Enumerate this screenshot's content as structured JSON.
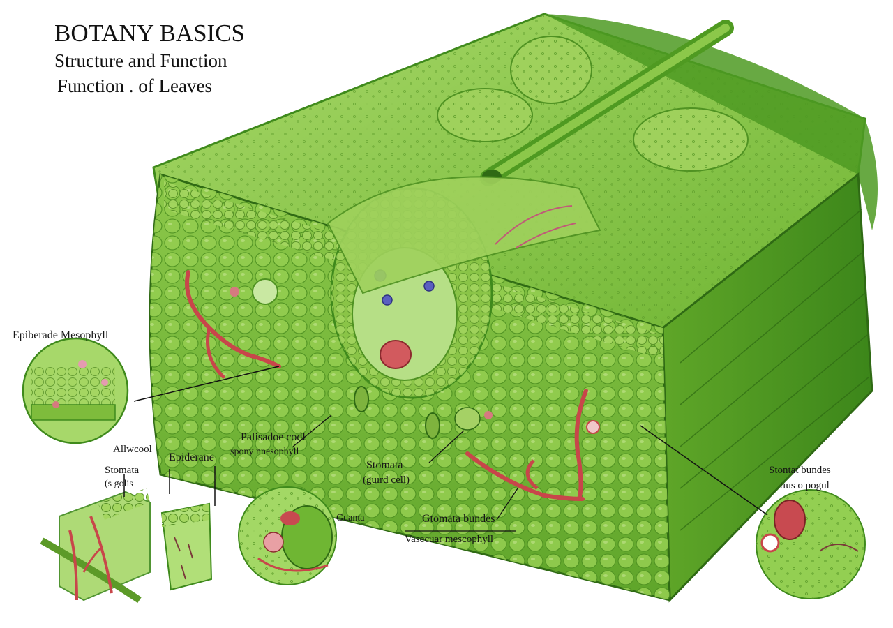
{
  "title": {
    "line1": "BOTANY BASICS",
    "line2": "Structure and Function",
    "line3": "Function . of Leaves"
  },
  "labels": {
    "epiderade_mesophyll": "Epiberade Mesophyll",
    "allwcool": "Allwcool",
    "stomata_left": "Stomata",
    "stomata_left_sub": "(s golis",
    "epiderane": "Epiderane",
    "guanta": "Guanta",
    "palisade_line1": "Palisadoe codl",
    "palisade_line2": "spony nnesophyll",
    "stomata_mid": "Stomata",
    "stomata_mid_sub": "(guırd cell)",
    "gtomata_bundes": "Gtomata bundes",
    "vascular_mesophyll": "Vasecuar mescophyll",
    "stomtat_line1": "Stontat bundes",
    "stomtat_line2": "tıus o pogul"
  },
  "colors": {
    "leaf_light": "#9fd35a",
    "leaf_mid": "#6bb52f",
    "leaf_dark": "#3f8a1c",
    "cell_fill": "#8fc94a",
    "vein_red": "#c8464a",
    "nucleus_blue": "#5a5fc0",
    "outline": "#2f6a14"
  }
}
